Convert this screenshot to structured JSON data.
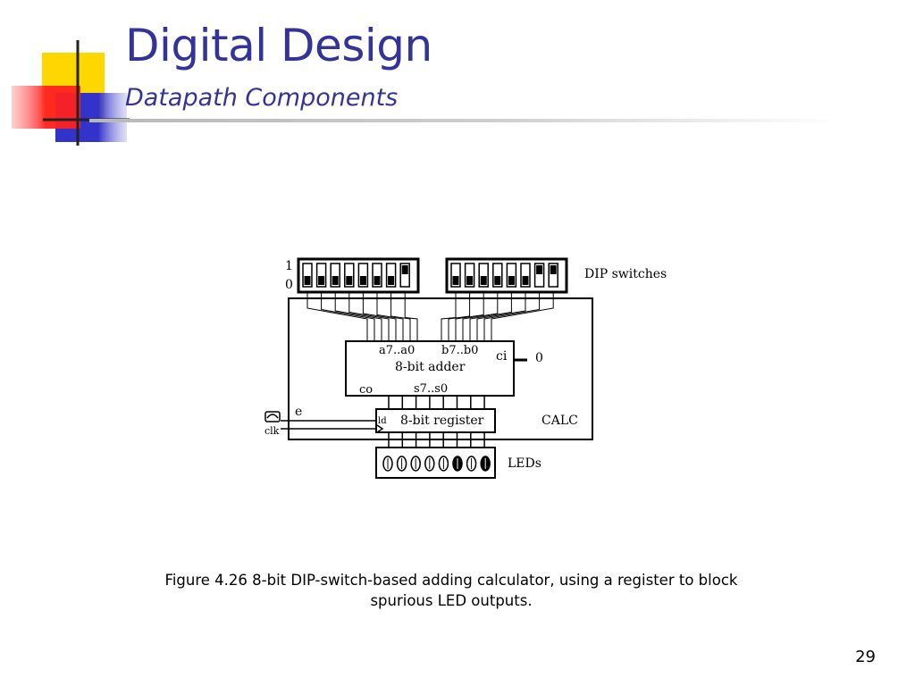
{
  "slide": {
    "title": "Digital Design",
    "subtitle": "Datapath Components",
    "page_number": "29"
  },
  "caption": {
    "line1": "Figure 4.26 8-bit DIP-switch-based adding calculator, using a register to block",
    "line2": "spurious LED outputs."
  },
  "diagram": {
    "switch_level_high": "1",
    "switch_level_low": "0",
    "dip_label": "DIP switches",
    "adder_inputs_a": "a7..a0",
    "adder_inputs_b": "b7..b0",
    "adder_name": "8-bit adder",
    "carry_in_label": "ci",
    "carry_in_value": "0",
    "carry_out_label": "co",
    "sum_label": "s7..s0",
    "enable_label": "e",
    "clock_label": "clk",
    "load_label": "ld",
    "register_name": "8-bit register",
    "block_name": "CALC",
    "led_label": "LEDs"
  },
  "colors": {
    "title": "#33339a",
    "logo_yellow": "#ffd700",
    "logo_red": "#ff2020",
    "logo_blue": "#3333cc"
  },
  "icons": [
    "logo-squares-icon",
    "clock-source-icon"
  ]
}
